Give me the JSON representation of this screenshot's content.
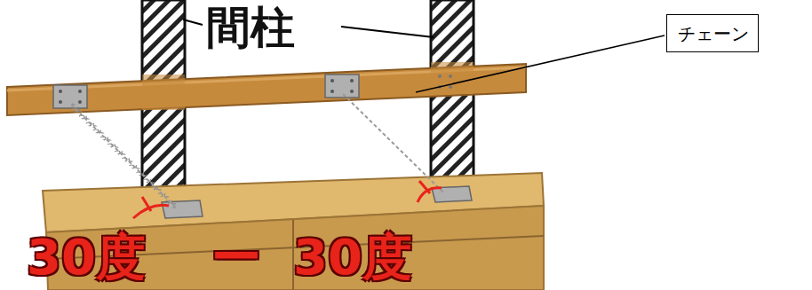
{
  "diagram": {
    "nodes": [
      {
        "text": [
          "チェーン"
        ]
      }
    ],
    "labels": [
      "間柱",
      "30度",
      "ー",
      "30度"
    ]
  }
}
